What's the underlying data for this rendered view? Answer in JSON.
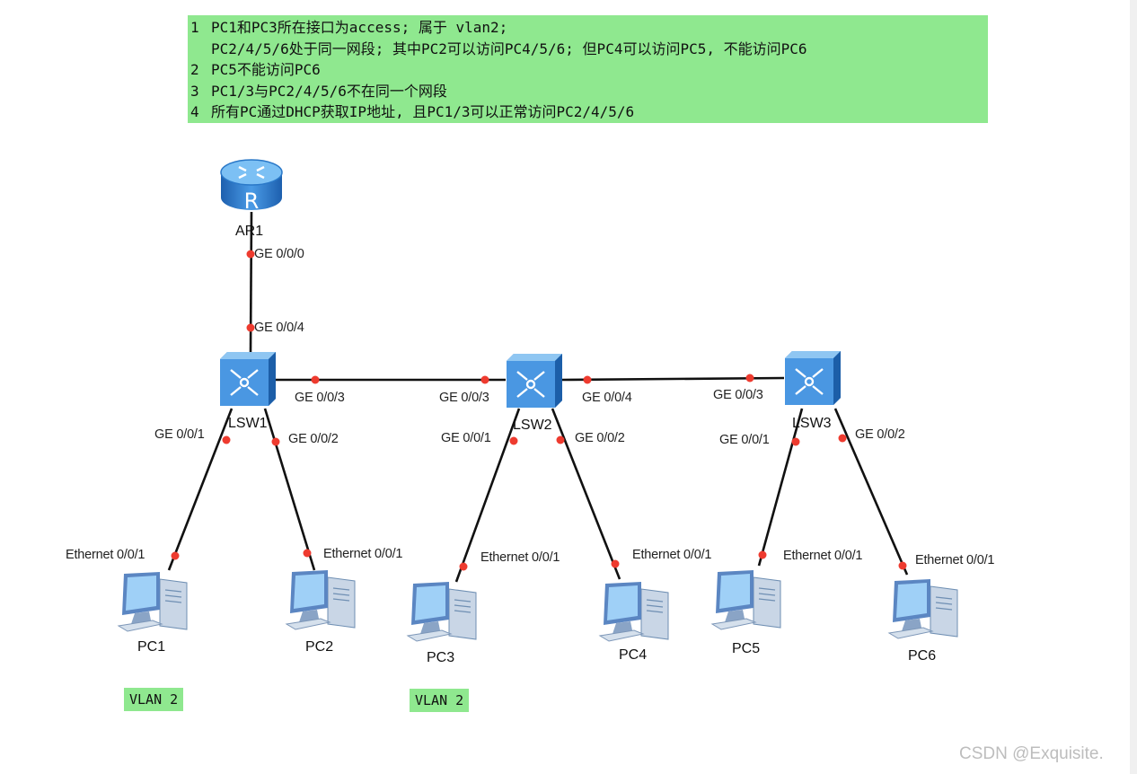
{
  "notes": [
    {
      "num": "1",
      "text": "PC1和PC3所在接口为access; 属于 vlan2;"
    },
    {
      "num": "",
      "text": "PC2/4/5/6处于同一网段; 其中PC2可以访问PC4/5/6; 但PC4可以访问PC5, 不能访问PC6"
    },
    {
      "num": "2",
      "text": "PC5不能访问PC6"
    },
    {
      "num": "3",
      "text": "PC1/3与PC2/4/5/6不在同一个网段"
    },
    {
      "num": "4",
      "text": "所有PC通过DHCP获取IP地址, 且PC1/3可以正常访问PC2/4/5/6"
    }
  ],
  "devices": {
    "router": "AR1",
    "switches": [
      "LSW1",
      "LSW2",
      "LSW3"
    ],
    "pcs": [
      "PC1",
      "PC2",
      "PC3",
      "PC4",
      "PC5",
      "PC6"
    ]
  },
  "ports": {
    "ar1_down": "GE 0/0/0",
    "lsw1_up": "GE 0/0/4",
    "lsw1_right": "GE 0/0/3",
    "lsw2_left": "GE 0/0/3",
    "lsw2_right": "GE 0/0/4",
    "lsw3_left": "GE 0/0/3",
    "lsw1_p1": "GE 0/0/1",
    "lsw1_p2": "GE 0/0/2",
    "lsw2_p1": "GE 0/0/1",
    "lsw2_p2": "GE 0/0/2",
    "lsw3_p1": "GE 0/0/1",
    "lsw3_p2": "GE 0/0/2",
    "pc_port": "Ethernet 0/0/1"
  },
  "vlan_tags": [
    "VLAN 2",
    "VLAN 2"
  ],
  "watermark": "CSDN @Exquisite.",
  "colors": {
    "note_bg": "#8fe88f",
    "link": "#111111",
    "port_dot": "#ee3b2f",
    "router_blue": "#2a78c8",
    "switch_blue": "#3b86d6"
  }
}
